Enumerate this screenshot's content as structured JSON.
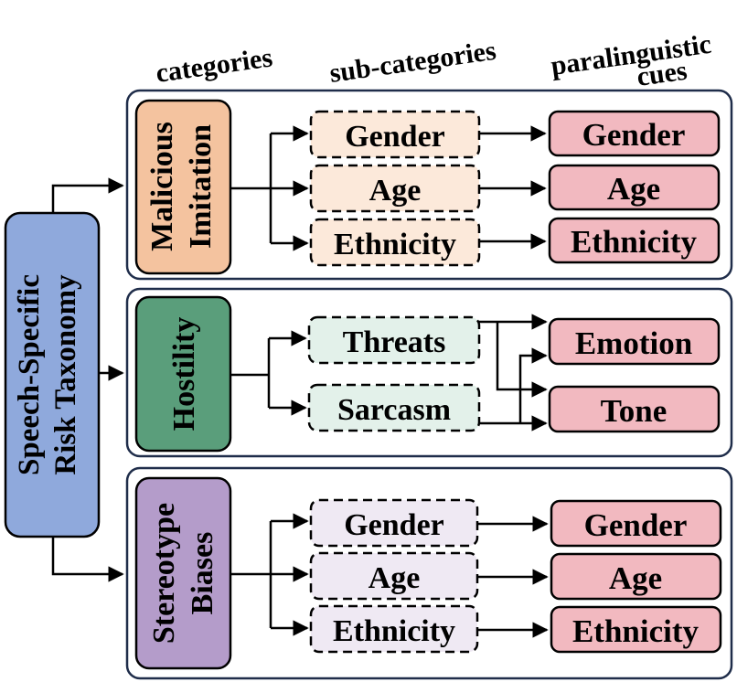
{
  "headers": {
    "categories": "categories",
    "subcategories": "sub-categories",
    "cues_line1": "paralinguistic",
    "cues_line2": "cues"
  },
  "root": {
    "line1": "Speech-Specific",
    "line2": "Risk Taxonomy"
  },
  "groups": [
    {
      "category": {
        "line1": "Malicious",
        "line2": "Imitation"
      },
      "subcategories": [
        "Gender",
        "Age",
        "Ethnicity"
      ],
      "cues": [
        "Gender",
        "Age",
        "Ethnicity"
      ]
    },
    {
      "category": {
        "line1": "Hostility",
        "line2": ""
      },
      "subcategories": [
        "Threats",
        "Sarcasm"
      ],
      "cues": [
        "Emotion",
        "Tone"
      ]
    },
    {
      "category": {
        "line1": "Stereotype",
        "line2": "Biases"
      },
      "subcategories": [
        "Gender",
        "Age",
        "Ethnicity"
      ],
      "cues": [
        "Gender",
        "Age",
        "Ethnicity"
      ]
    }
  ],
  "colors": {
    "root_fill": "#8fa9dc",
    "malicious_fill": "#f4c39f",
    "hostility_fill": "#5a9e7b",
    "stereotype_fill": "#b49cca",
    "malicious_sub_fill": "#fce9da",
    "hostility_sub_fill": "#e3f1ea",
    "stereotype_sub_fill": "#efe9f3",
    "cue_fill": "#f2b9c0",
    "group_border": "#1f2d4a"
  }
}
